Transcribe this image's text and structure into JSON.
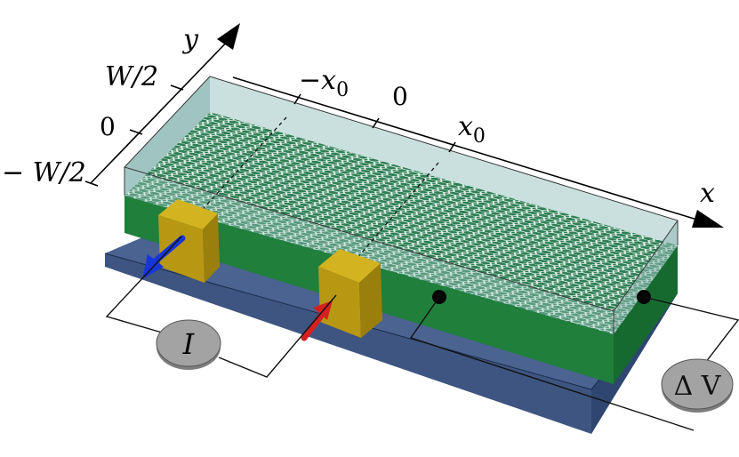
{
  "axes": {
    "x_label": "x",
    "y_label": "y"
  },
  "x_ticks": {
    "minus_x0_sign": "−",
    "minus_x0_main": "x",
    "minus_x0_sub": "0",
    "zero": "0",
    "x0_main": "x",
    "x0_sub": "0"
  },
  "y_ticks": {
    "top": "W/2",
    "middle": "0",
    "bottom": "− W/2"
  },
  "meters": {
    "current": "I",
    "voltage": "Δ V"
  },
  "colors": {
    "substrate": "#3d5580",
    "insulator": "#1f7f3b",
    "graphene_bg": "#2f7f55",
    "graphene_line": "#e8f4ee",
    "top_box": "#8fbab5",
    "contact": "#b89812",
    "arrow_in": "#1736d8",
    "arrow_out": "#d62020",
    "meter": "#9e9e9e"
  }
}
